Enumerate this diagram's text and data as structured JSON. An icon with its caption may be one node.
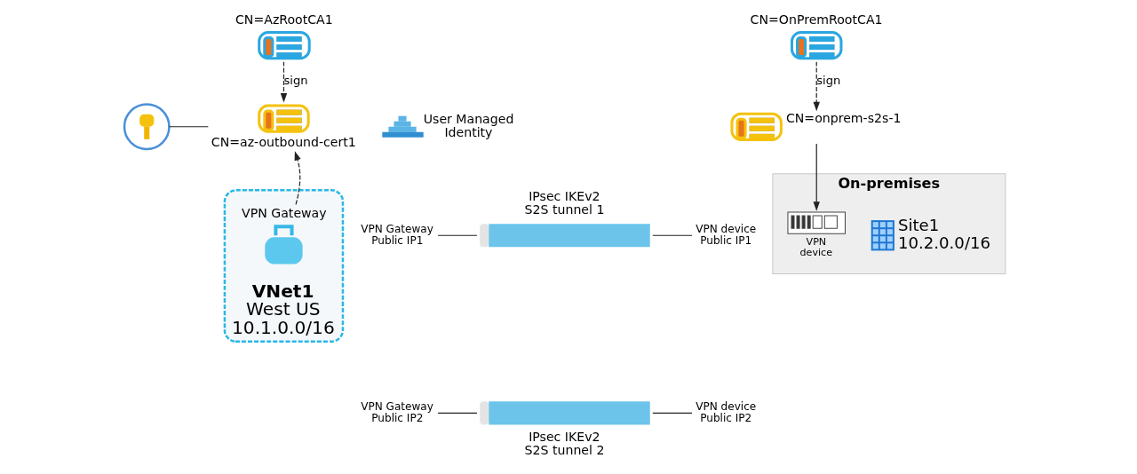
{
  "diagram": {
    "nodes": [
      {
        "text": [
          "CN=AzRootCA1"
        ]
      },
      {
        "text": [],
        "shape": "picture"
      },
      {
        "text": [
          "CN=az-outbound-cert1"
        ]
      },
      {
        "text": [
          "User Managed Identity"
        ]
      },
      {
        "text": [
          "CN=OnPremRootCA1"
        ]
      },
      {
        "text": [
          "CN=onprem-s2s-1"
        ]
      },
      {
        "text": [
          "VNet1",
          "West US",
          "10.1.0.0/16"
        ]
      },
      {
        "text": [
          "VPN Gateway"
        ],
        "in": 6
      },
      {
        "text": [
          "VPN Gateway Public IP1"
        ]
      },
      {
        "text": [
          "IPsec IKEv2 S2S tunnel 1"
        ]
      },
      {
        "text": [
          "VPN device Public IP1"
        ]
      },
      {
        "text": [
          "On-premises"
        ]
      },
      {
        "text": [
          "VPN device"
        ],
        "in": 11
      },
      {
        "text": [
          "Site1",
          "10.2.0.0/16"
        ],
        "in": 11
      },
      {
        "text": [
          "VPN Gateway Public IP2"
        ]
      },
      {
        "text": [
          "IPsec IKEv2 S2S tunnel 2"
        ]
      },
      {
        "text": [
          "VPN device Public IP2"
        ]
      }
    ],
    "edges": [
      {
        "from": 0,
        "to": 2,
        "arrow": "to",
        "label": "sign",
        "style": "dashed"
      },
      {
        "from": 1,
        "to": 2,
        "arrow": "none"
      },
      {
        "from": 7,
        "to": 2,
        "arrow": "to",
        "style": "dashed"
      },
      {
        "from": 4,
        "to": 5,
        "arrow": "to",
        "label": "sign",
        "style": "dashed"
      },
      {
        "from": 5,
        "to": 12,
        "arrow": "to"
      },
      {
        "from": 8,
        "to": 9,
        "arrow": "none"
      },
      {
        "from": 9,
        "to": 10,
        "arrow": "none"
      },
      {
        "from": 14,
        "to": 15,
        "arrow": "none"
      },
      {
        "from": 15,
        "to": 16,
        "arrow": "none"
      }
    ]
  }
}
